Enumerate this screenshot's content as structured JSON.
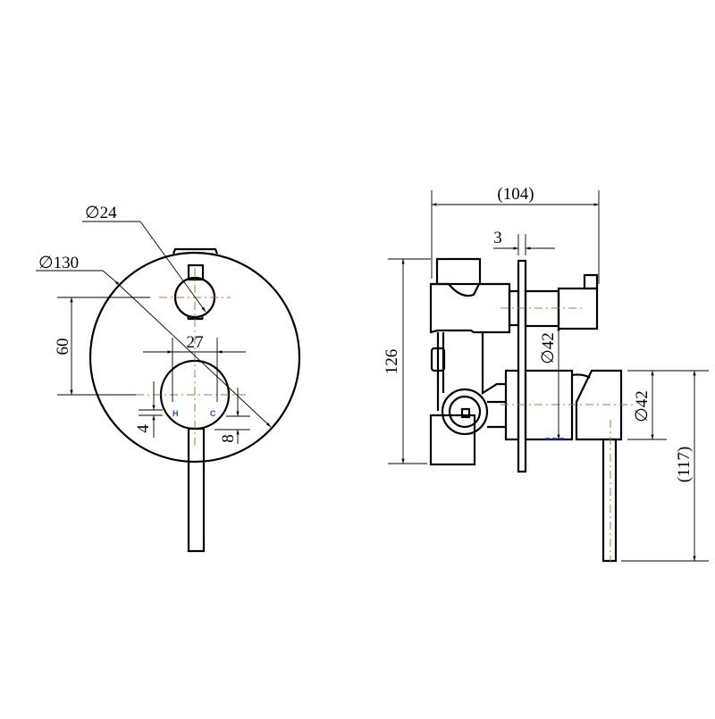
{
  "front_view": {
    "dim_outer_diameter": "130",
    "dim_diverter_diameter": "24",
    "dim_center_distance": "60",
    "dim_hc_spacing": "27",
    "dim_offset_left": "4",
    "dim_offset_right": "8",
    "hot_label": "H",
    "cold_label": "C",
    "diameter_symbol": "∅"
  },
  "side_view": {
    "dim_total_depth": "(104)",
    "dim_plate_thickness": "3",
    "dim_body_height": "126",
    "dim_diverter_diameter": "42",
    "dim_handle_diameter": "42",
    "dim_lever_length": "(117)",
    "diameter_symbol": "∅"
  },
  "colors": {
    "line": "#000000",
    "centerline": "#b5733a",
    "label": "#1a4cff"
  }
}
